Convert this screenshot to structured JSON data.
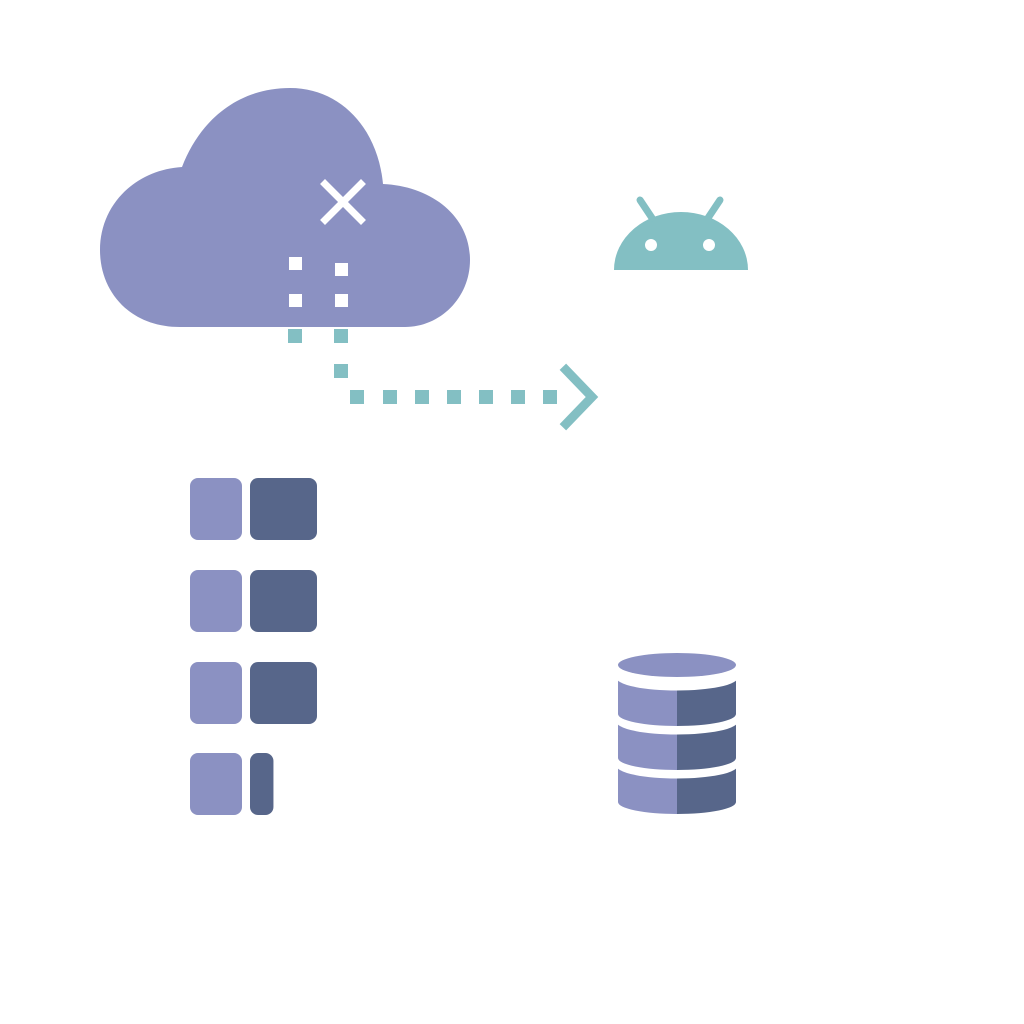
{
  "colors": {
    "background": "#ffffff",
    "primary": "#8b91c2",
    "primary_dark": "#57668a",
    "accent": "#83bfc3",
    "white": "#ffffff"
  },
  "icons": {
    "cloud": "cloud-icon",
    "cross": "close-icon",
    "connector": "dotted-arrow",
    "android": "android-icon",
    "storage": "storage-blocks-icon",
    "database": "database-icon"
  },
  "storage": {
    "block_fill_levels": [
      1.0,
      1.0,
      1.0,
      0.35
    ]
  },
  "database": {
    "disk_count": 3
  }
}
